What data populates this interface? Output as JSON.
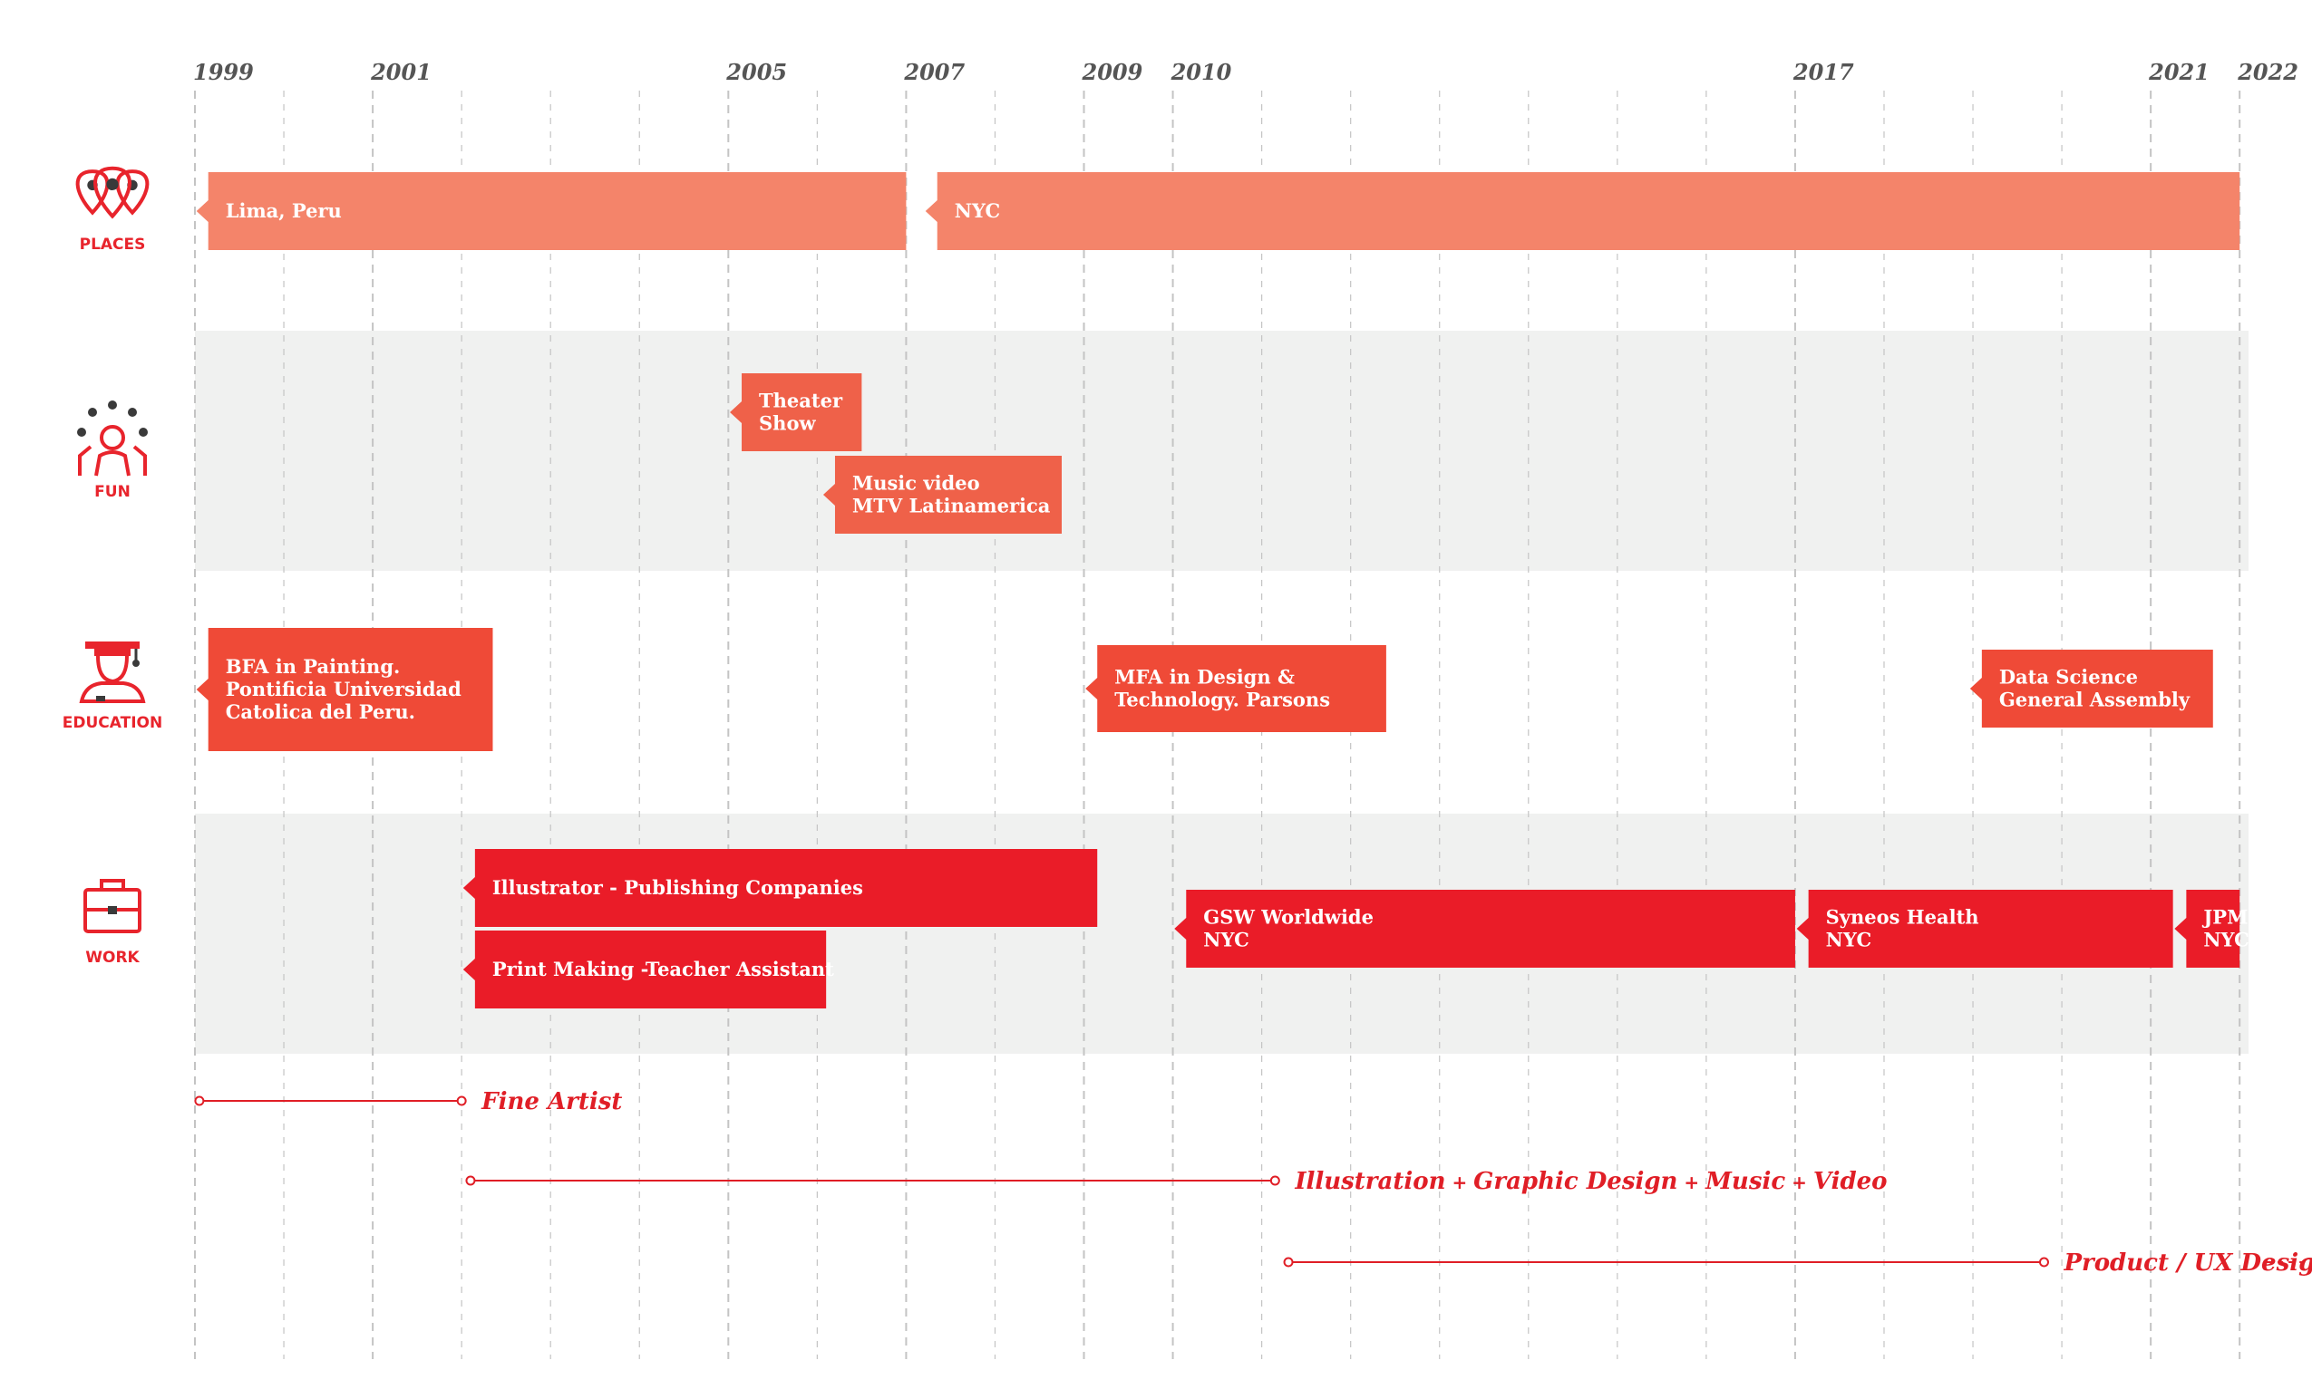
{
  "colors": {
    "places": "#f4846a",
    "fun": "#ef6149",
    "education": "#ef4a37",
    "work": "#ea1c28",
    "career": "#e01e26",
    "band": "#f0f1f0",
    "grid": "#c4c4c4",
    "year": "#555555",
    "icon_red": "#e8242c",
    "icon_dark": "#3a3a3a"
  },
  "axis": {
    "start": 1999,
    "end": 2022.1,
    "labels": [
      "1999",
      "2001",
      "2005",
      "2007",
      "2009",
      "2010",
      "2017",
      "2021",
      "2022"
    ]
  },
  "rows": [
    {
      "id": "places",
      "label": "PLACES",
      "icon": "map-pins-icon",
      "band": false
    },
    {
      "id": "fun",
      "label": "FUN",
      "icon": "juggler-icon",
      "band": true
    },
    {
      "id": "education",
      "label": "EDUCATION",
      "icon": "graduate-icon",
      "band": false
    },
    {
      "id": "work",
      "label": "WORK",
      "icon": "briefcase-icon",
      "band": true
    }
  ],
  "entries": [
    {
      "row": "places",
      "start": 1999.15,
      "end": 2007.0,
      "lines": [
        "Lima, Peru"
      ]
    },
    {
      "row": "places",
      "start": 2007.35,
      "end": 2022.0,
      "lines": [
        "NYC"
      ]
    },
    {
      "row": "fun",
      "start": 2005.15,
      "end": 2006.5,
      "lines": [
        "Theater",
        "Show"
      ]
    },
    {
      "row": "fun",
      "start": 2006.2,
      "end": 2008.75,
      "lines": [
        "Music video",
        "MTV Latinamerica"
      ]
    },
    {
      "row": "education",
      "start": 1999.15,
      "end": 2002.35,
      "lines": [
        "BFA in Painting.",
        "Pontificia Universidad",
        "Catolica del Peru."
      ]
    },
    {
      "row": "education",
      "start": 2009.15,
      "end": 2012.4,
      "lines": [
        "MFA in Design &",
        "Technology. Parsons"
      ]
    },
    {
      "row": "education",
      "start": 2019.1,
      "end": 2021.7,
      "lines": [
        "Data Science",
        "General Assembly"
      ]
    },
    {
      "row": "work",
      "start": 2002.15,
      "end": 2009.15,
      "lines": [
        "Illustrator - Publishing Companies"
      ]
    },
    {
      "row": "work",
      "start": 2002.15,
      "end": 2006.1,
      "lines": [
        "Print Making -Teacher Assistant"
      ]
    },
    {
      "row": "work",
      "start": 2010.15,
      "end": 2017.0,
      "lines": [
        "GSW Worldwide",
        "NYC"
      ]
    },
    {
      "row": "work",
      "start": 2017.15,
      "end": 2021.25,
      "lines": [
        "Syneos Health",
        "NYC"
      ]
    },
    {
      "row": "work",
      "start": 2021.4,
      "end": 2022.0,
      "lines": [
        "JPMChase",
        "NYC"
      ]
    }
  ],
  "careers": [
    {
      "start": 1999.05,
      "end": 2002.0,
      "parts": [
        "Fine Artist"
      ]
    },
    {
      "start": 2002.1,
      "end": 2011.15,
      "parts": [
        "Illustration",
        "Graphic Design",
        "Music",
        "Video"
      ]
    },
    {
      "start": 2011.3,
      "end": 2019.8,
      "parts": [
        "Product / UX Design"
      ]
    }
  ]
}
